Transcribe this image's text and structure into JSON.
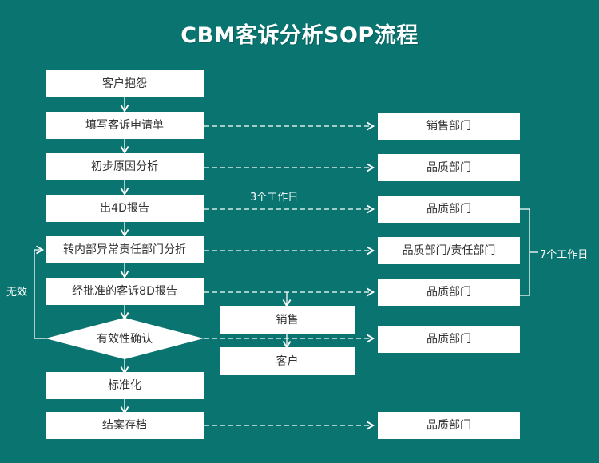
{
  "page": {
    "title": "CBM客诉分析SOP流程",
    "background_color": "#0a7570",
    "node_fill": "#ffffff",
    "node_text_color": "#333333",
    "annotation_color": "#ffffff"
  },
  "process_column": [
    {
      "label": "客户抱怨",
      "shape": "rect"
    },
    {
      "label": "填写客诉申请单",
      "shape": "rect"
    },
    {
      "label": "初步原因分析",
      "shape": "rect"
    },
    {
      "label": "出4D报告",
      "shape": "rect"
    },
    {
      "label": "转内部异常责任部门分折",
      "shape": "rect"
    },
    {
      "label": "经批准的客诉8D报告",
      "shape": "rect"
    },
    {
      "label": "有效性确认",
      "shape": "diamond"
    },
    {
      "label": "标准化",
      "shape": "rect"
    },
    {
      "label": "结案存档",
      "shape": "rect"
    }
  ],
  "middle_column": [
    {
      "label": "销售"
    },
    {
      "label": "客户"
    }
  ],
  "owner_column": [
    {
      "label": "销售部门"
    },
    {
      "label": "品质部门"
    },
    {
      "label": "品质部门"
    },
    {
      "label": "品质部门/责任部门"
    },
    {
      "label": "品质部门"
    },
    {
      "label": "品质部门"
    },
    {
      "label": "品质部门"
    }
  ],
  "annotations": {
    "lead_time_4d": "3个工作日",
    "lead_time_8d": "7个工作日",
    "invalid_loop": "无效"
  }
}
